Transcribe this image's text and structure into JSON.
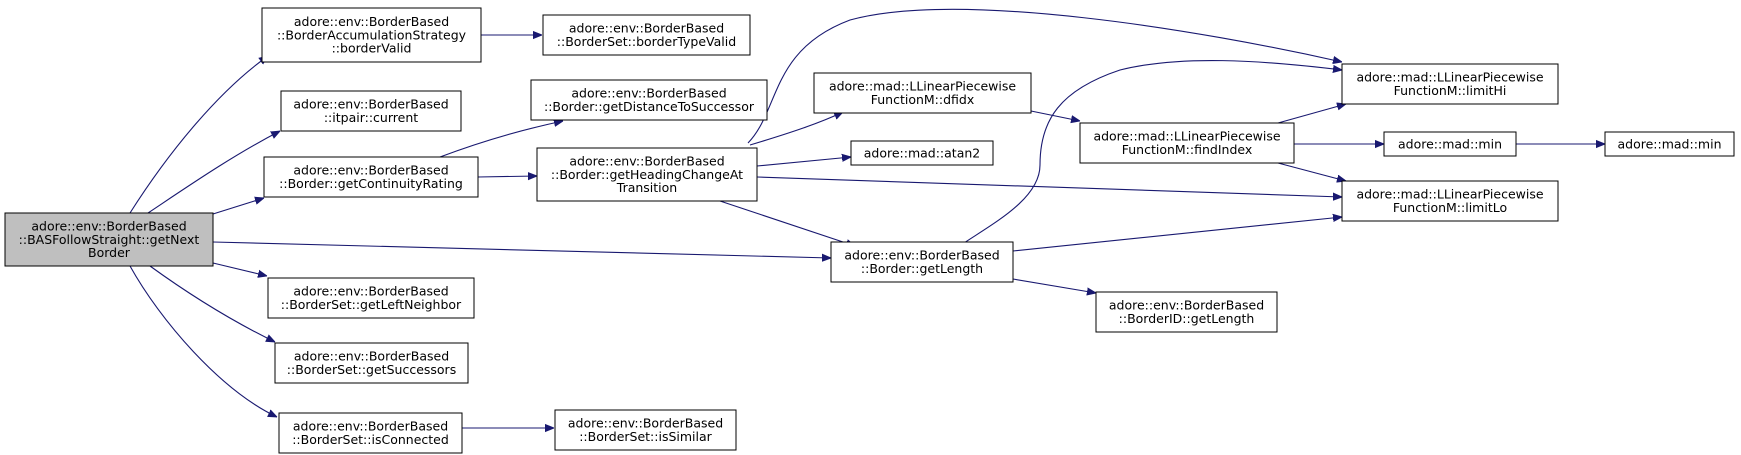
{
  "colors": {
    "edge": "#191970",
    "node_fill": "#ffffff",
    "node_stroke": "#000000",
    "focus_fill": "#bfbfbf"
  },
  "nodes": {
    "n0": {
      "lines": [
        "adore::env::BorderBased",
        "::BASFollowStraight::getNext",
        "Border"
      ],
      "focus": true
    },
    "n1": {
      "lines": [
        "adore::env::BorderBased",
        "::BorderAccumulationStrategy",
        "::borderValid"
      ]
    },
    "n2": {
      "lines": [
        "adore::env::BorderBased",
        "::itpair::current"
      ]
    },
    "n3": {
      "lines": [
        "adore::env::BorderBased",
        "::Border::getContinuityRating"
      ]
    },
    "n4": {
      "lines": [
        "adore::env::BorderBased",
        "::BorderSet::getLeftNeighbor"
      ]
    },
    "n5": {
      "lines": [
        "adore::env::BorderBased",
        "::BorderSet::getSuccessors"
      ]
    },
    "n6": {
      "lines": [
        "adore::env::BorderBased",
        "::BorderSet::isConnected"
      ]
    },
    "n7": {
      "lines": [
        "adore::env::BorderBased",
        "::BorderSet::borderTypeValid"
      ]
    },
    "n8": {
      "lines": [
        "adore::env::BorderBased",
        "::Border::getDistanceToSuccessor"
      ]
    },
    "n9": {
      "lines": [
        "adore::env::BorderBased",
        "::Border::getHeadingChangeAt",
        "Transition"
      ]
    },
    "n10": {
      "lines": [
        "adore::env::BorderBased",
        "::BorderSet::isSimilar"
      ]
    },
    "n11": {
      "lines": [
        "adore::mad::LLinearPiecewise",
        "FunctionM::dfidx"
      ]
    },
    "n12": {
      "lines": [
        "adore::mad::atan2"
      ]
    },
    "n13": {
      "lines": [
        "adore::env::BorderBased",
        "::Border::getLength"
      ]
    },
    "n14": {
      "lines": [
        "adore::mad::LLinearPiecewise",
        "FunctionM::findIndex"
      ]
    },
    "n15": {
      "lines": [
        "adore::env::BorderBased",
        "::BorderID::getLength"
      ]
    },
    "n16": {
      "lines": [
        "adore::mad::LLinearPiecewise",
        "FunctionM::limitHi"
      ]
    },
    "n17": {
      "lines": [
        "adore::mad::LLinearPiecewise",
        "FunctionM::limitLo"
      ]
    },
    "n18": {
      "lines": [
        "adore::mad::min"
      ]
    },
    "n19": {
      "lines": [
        "adore::mad::min"
      ]
    }
  },
  "edges": [
    [
      "n0",
      "n1"
    ],
    [
      "n0",
      "n2"
    ],
    [
      "n0",
      "n3"
    ],
    [
      "n0",
      "n13"
    ],
    [
      "n0",
      "n4"
    ],
    [
      "n0",
      "n5"
    ],
    [
      "n0",
      "n6"
    ],
    [
      "n1",
      "n7"
    ],
    [
      "n3",
      "n8"
    ],
    [
      "n3",
      "n9"
    ],
    [
      "n9",
      "n16"
    ],
    [
      "n9",
      "n11"
    ],
    [
      "n9",
      "n12"
    ],
    [
      "n9",
      "n17"
    ],
    [
      "n9",
      "n13"
    ],
    [
      "n11",
      "n14"
    ],
    [
      "n14",
      "n16"
    ],
    [
      "n14",
      "n18"
    ],
    [
      "n14",
      "n17"
    ],
    [
      "n18",
      "n19"
    ],
    [
      "n13",
      "n16"
    ],
    [
      "n13",
      "n17"
    ],
    [
      "n13",
      "n15"
    ],
    [
      "n6",
      "n10"
    ]
  ]
}
